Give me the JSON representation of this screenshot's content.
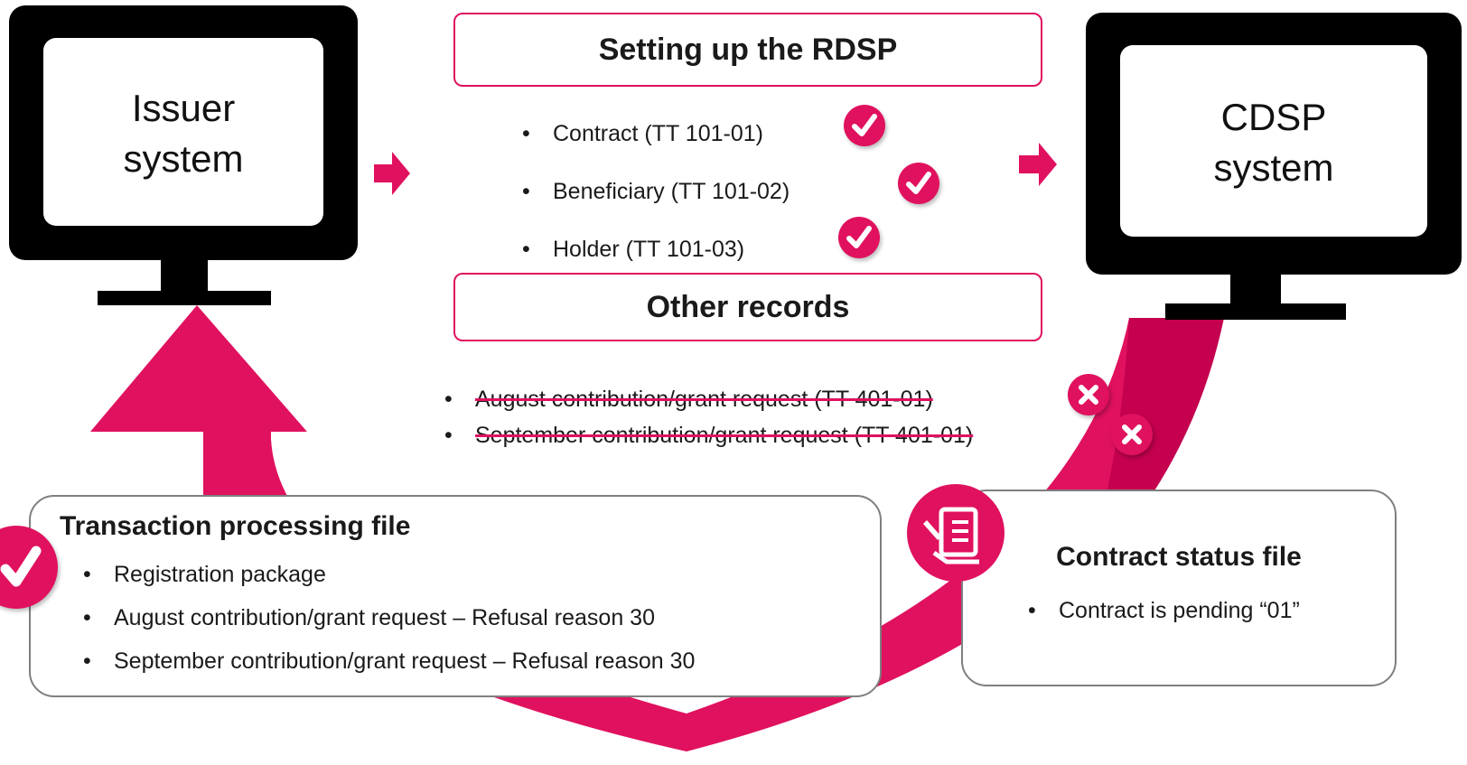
{
  "colors": {
    "accent": "#e0115f",
    "accent_dark": "#c4004f",
    "frame_grey": "#7f7f7f",
    "monitor": "#000000"
  },
  "issuer": {
    "label_line1": "Issuer",
    "label_line2": "system"
  },
  "cdsp": {
    "label_line1": "CDSP",
    "label_line2": "system"
  },
  "setup": {
    "title": "Setting up the RDSP",
    "items": [
      {
        "label": "Contract (TT 101-01)",
        "status": "check-icon"
      },
      {
        "label": "Beneficiary (TT 101-02)",
        "status": "check-icon"
      },
      {
        "label": "Holder (TT 101-03)",
        "status": "check-icon"
      }
    ]
  },
  "other": {
    "title": "Other records",
    "items": [
      {
        "label": "August contribution/grant request (TT 401-01)",
        "status": "cross-icon"
      },
      {
        "label": "September contribution/grant request (TT 401-01)",
        "status": "cross-icon"
      }
    ]
  },
  "transaction_file": {
    "title": "Transaction processing file",
    "items": [
      "Registration package",
      "August contribution/grant request – Refusal reason 30",
      "September contribution/grant request – Refusal reason 30"
    ]
  },
  "status_file": {
    "title": "Contract status file",
    "items": [
      "Contract is pending “01”"
    ],
    "icon": "document-pen-icon"
  }
}
